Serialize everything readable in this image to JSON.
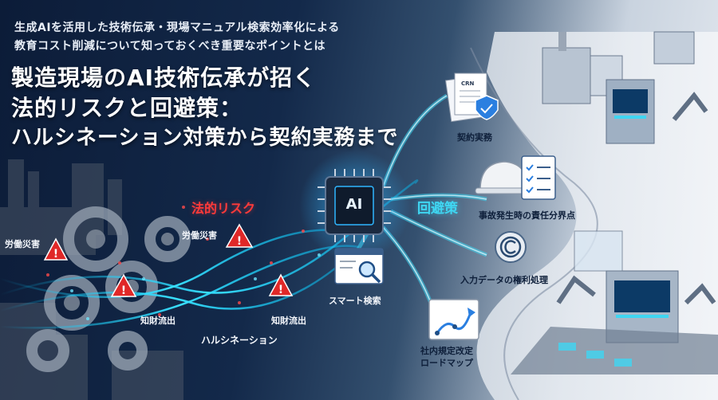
{
  "header": {
    "subtitle_line1": "生成AIを活用した技術伝承・現場マニュアル検索効率化による",
    "subtitle_line2": "教育コスト削減について知っておくべき重要なポイントとは",
    "title_line1": "製造現場のAI技術伝承が招く",
    "title_line2": "法的リスクと回避策：",
    "title_line3": "ハルシネーション対策から契約実務まで"
  },
  "risk": {
    "heading": "法的リスク",
    "labels": {
      "labor1": "労働災害",
      "labor2": "労働災害",
      "ip1": "知財流出",
      "ip2": "知財流出",
      "hallucination": "ハルシネーション"
    },
    "accent": "#ff3a3a"
  },
  "center": {
    "chip_text": "AI"
  },
  "avoidance": {
    "heading": "回避策",
    "accent": "#3fd6f2",
    "items": {
      "contract": "契約実務",
      "contract_doc": "CRN",
      "liability": "事故発生時の責任分界点",
      "data_rights": "入力データの権利処理",
      "search": "スマート検索",
      "roadmap_line1": "社内規定改定",
      "roadmap_line2": "ロードマップ"
    },
    "icons": [
      "document-shield-icon",
      "helmet-checklist-icon",
      "copyright-icon",
      "search-window-icon",
      "roadmap-icon"
    ]
  }
}
